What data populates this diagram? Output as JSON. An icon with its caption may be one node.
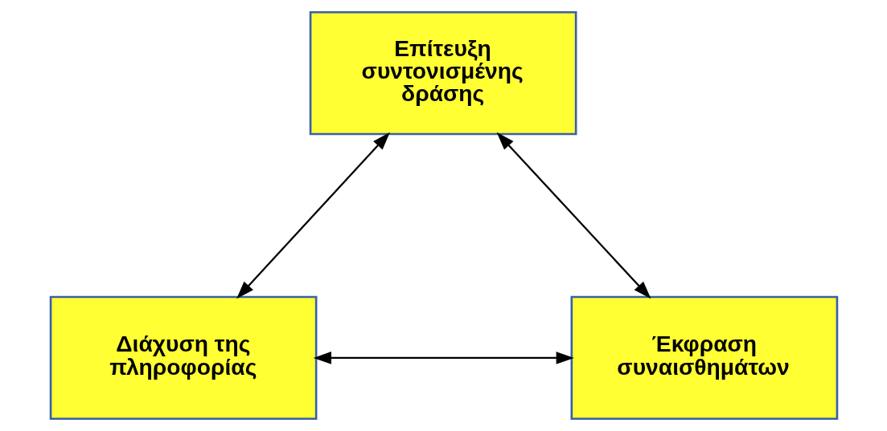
{
  "diagram": {
    "nodes": [
      {
        "text": [
          "Επίτευξη συντονισμένης δράσης"
        ]
      },
      {
        "text": [
          "Διάχυση της πληροφορίας"
        ]
      },
      {
        "text": [
          "Έκφραση συναισθημάτων"
        ]
      }
    ],
    "edges": [
      {
        "from": 0,
        "to": 1,
        "arrow": "both"
      },
      {
        "from": 0,
        "to": 2,
        "arrow": "both"
      },
      {
        "from": 1,
        "to": 2,
        "arrow": "both"
      }
    ]
  }
}
